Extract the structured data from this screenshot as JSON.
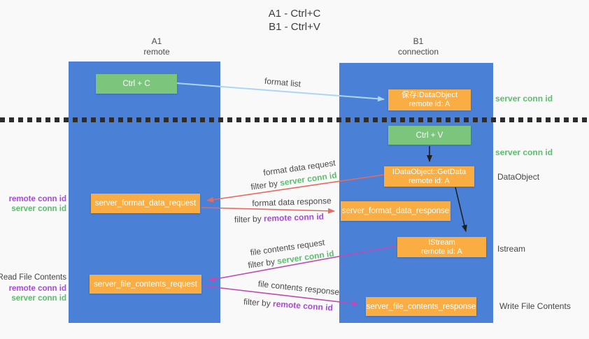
{
  "title": {
    "line1": "A1 - Ctrl+C",
    "line2": "B1 - Ctrl+V"
  },
  "lanes": {
    "left": {
      "title": "A1",
      "subtitle": "remote"
    },
    "right": {
      "title": "B1",
      "subtitle": "connection"
    }
  },
  "nodes": {
    "ctrl_c": {
      "label": "Ctrl + C"
    },
    "ctrl_v": {
      "label": "Ctrl + V"
    },
    "save_idataobject": {
      "line1": "保存IDataObject",
      "line2": "remote id: A"
    },
    "idataobject_getdata": {
      "line1": "IDataObject::GetData",
      "line2": "remote id: A"
    },
    "istream": {
      "line1": "IStream",
      "line2": "remote id: A"
    },
    "server_format_data_request": {
      "label": "server_format_data_request"
    },
    "server_format_data_response": {
      "label": "server_format_data_response"
    },
    "server_file_contents_request": {
      "label": "server_file_contents_request"
    },
    "server_file_contents_response": {
      "label": "server_file_contents_response"
    }
  },
  "arrow_labels": {
    "format_list": "format list",
    "format_data_request": "format data request",
    "format_data_response": "format data response",
    "file_contents_request": "file contents request",
    "file_contents_response": "file contents response",
    "filter_by": "filter by",
    "server_conn_id": "server conn id",
    "remote_conn_id": "remote conn id"
  },
  "side_labels": {
    "right_server_conn_id_1": "server conn id",
    "right_server_conn_id_2": "server conn id",
    "dataobject": "DataObject",
    "istream": "Istream",
    "write_file_contents": "Write File Contents",
    "left_group1": {
      "remote_conn_id": "remote conn id",
      "server_conn_id": "server conn id"
    },
    "left_group2": {
      "title": "Read File Contents",
      "remote_conn_id": "remote conn id",
      "server_conn_id": "server conn id"
    }
  },
  "colors": {
    "lane_blue": "#4a80d5",
    "box_green": "#7cc57d",
    "box_orange": "#f9ad42",
    "arrow_light_blue": "#a9d6f5",
    "arrow_red": "#e8695f",
    "arrow_magenta": "#c149b4",
    "arrow_black": "#1f1f1f",
    "text_green": "#5cbd6e",
    "text_purple": "#a94ad4",
    "text_dark": "#454545",
    "background": "#f9f9f9"
  }
}
